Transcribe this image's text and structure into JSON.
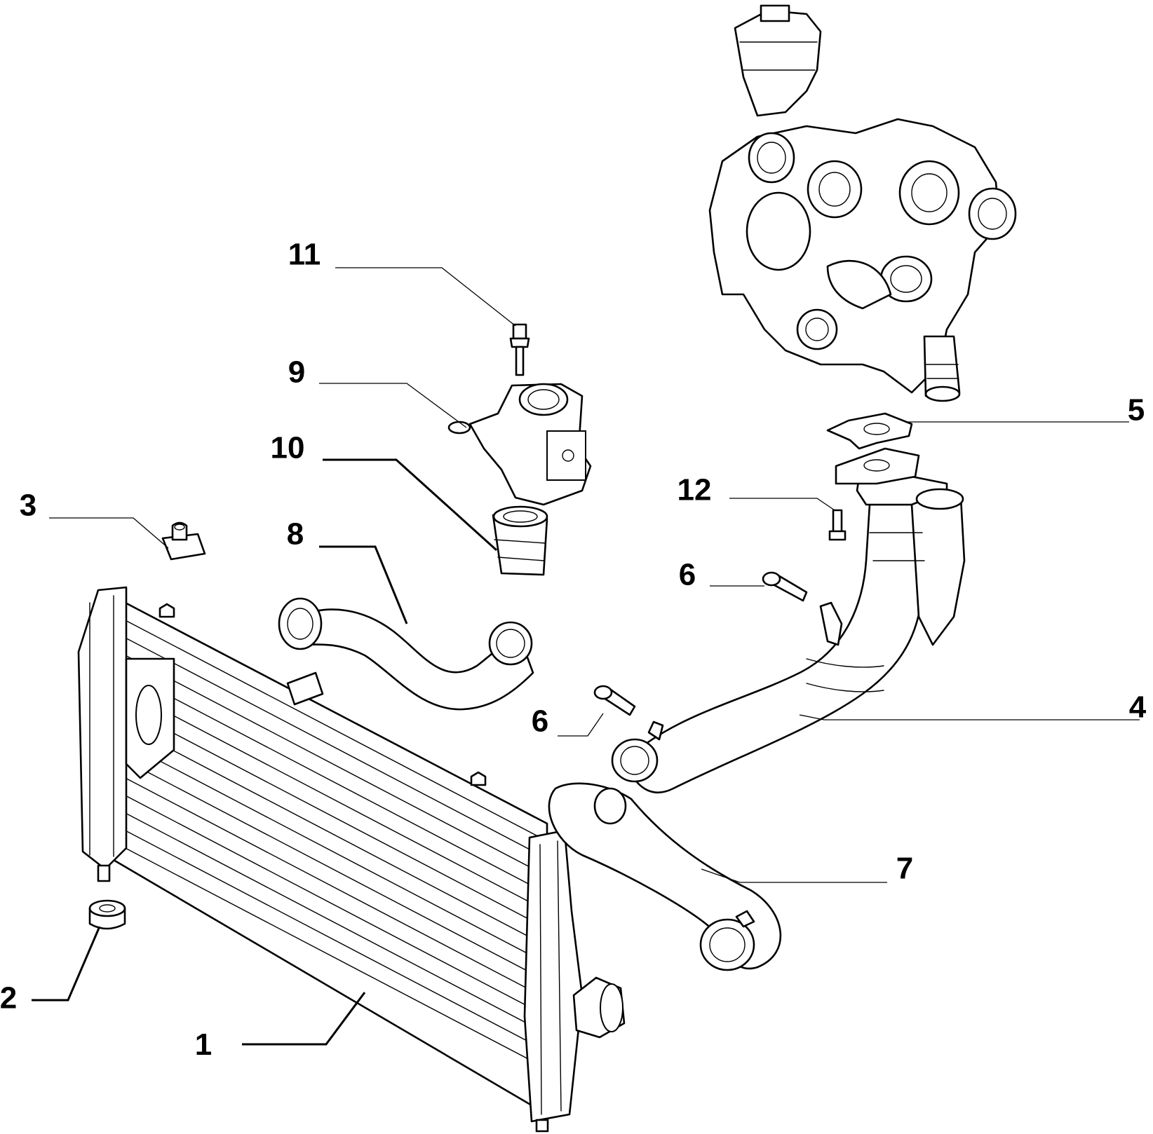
{
  "diagram": {
    "callouts": [
      {
        "id": "c1",
        "text": "1"
      },
      {
        "id": "c2",
        "text": "2"
      },
      {
        "id": "c3",
        "text": "3"
      },
      {
        "id": "c4",
        "text": "4"
      },
      {
        "id": "c5",
        "text": "5"
      },
      {
        "id": "c6a",
        "text": "6"
      },
      {
        "id": "c6b",
        "text": "6"
      },
      {
        "id": "c7",
        "text": "7"
      },
      {
        "id": "c8",
        "text": "8"
      },
      {
        "id": "c9",
        "text": "9"
      },
      {
        "id": "c10",
        "text": "10"
      },
      {
        "id": "c11",
        "text": "11"
      },
      {
        "id": "c12",
        "text": "12"
      }
    ]
  },
  "colors": {
    "line": "#000000",
    "background": "#ffffff"
  }
}
